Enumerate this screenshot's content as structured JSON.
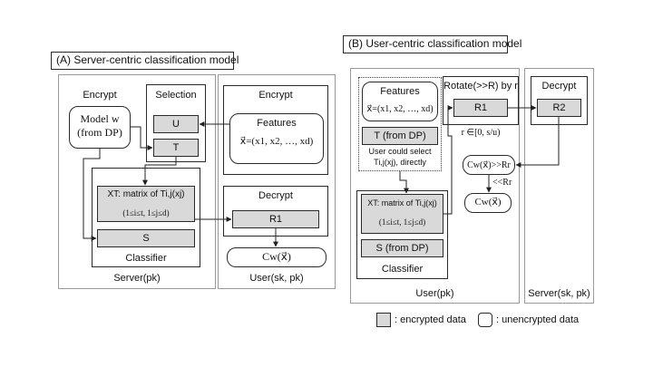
{
  "panel_a": {
    "title": "(A) Server-centric classification model",
    "encrypt_label": "Encrypt",
    "model_line1": "Model w",
    "model_line2": "(from DP)",
    "selection_label": "Selection",
    "u_label": "U",
    "t_label": "T",
    "client_encrypt_label": "Encrypt",
    "features_label": "Features",
    "features_vec": "x⃗=(x1, x2, …, xd)",
    "xt_label": "XT: matrix of Ti,j(xj)",
    "xt_range": "(1≤i≤t, 1≤j≤d)",
    "s_label": "S",
    "classifier_label": "Classifier",
    "decrypt_label": "Decrypt",
    "r1_label": "R1",
    "cw_label": "Cw(x⃗)",
    "server_label": "Server(pk)",
    "user_label": "User(sk, pk)"
  },
  "panel_b": {
    "title": "(B) User-centric classification model",
    "features_label": "Features",
    "features_vec": "x⃗=(x1, x2, …, xd)",
    "t_from_dp": "T (from DP)",
    "user_select_1": "User could select",
    "user_select_2": "Ti,j(xj), directly",
    "rotate_label": "Rotate(>>R) by r",
    "r1_label": "R1",
    "r_range": "r ∈[0, s/u)",
    "xt_label": "XT: matrix of Ti,j(xj)",
    "xt_range": "(1≤i≤t, 1≤j≤d)",
    "s_label": "S (from DP)",
    "classifier_label": "Classifier",
    "cw_rot": "Cw(x⃗)>>Rr",
    "rot_back": "<<Rr",
    "cw_label": "Cw(x⃗)",
    "decrypt_label": "Decrypt",
    "r2_label": "R2",
    "user_label": "User(pk)",
    "server_label": "Server(sk, pk)"
  },
  "legend": {
    "encrypted": ": encrypted data",
    "unencrypted": ": unencrypted data"
  }
}
